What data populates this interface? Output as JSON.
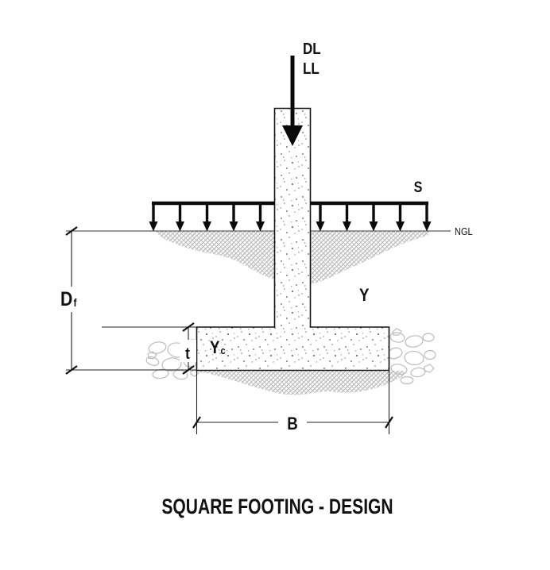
{
  "title": "SQUARE FOOTING - DESIGN",
  "labels": {
    "dead_load": "DL",
    "live_load": "LL",
    "surcharge": "S",
    "natural_ground_level": "NGL",
    "soil_unit_weight": "Y",
    "concrete_unit_weight_main": "Y",
    "concrete_unit_weight_sub": "c"
  },
  "dimensions": {
    "foundation_depth_main": "D",
    "foundation_depth_sub": "f",
    "footing_thickness": "t",
    "footing_width": "B"
  },
  "colors": {
    "ink": "#111111",
    "soil_hatch": "#b9b9b9",
    "stone_outline": "#bcbcbc",
    "ngl_text": "#3d3d3d",
    "background": "#ffffff"
  }
}
